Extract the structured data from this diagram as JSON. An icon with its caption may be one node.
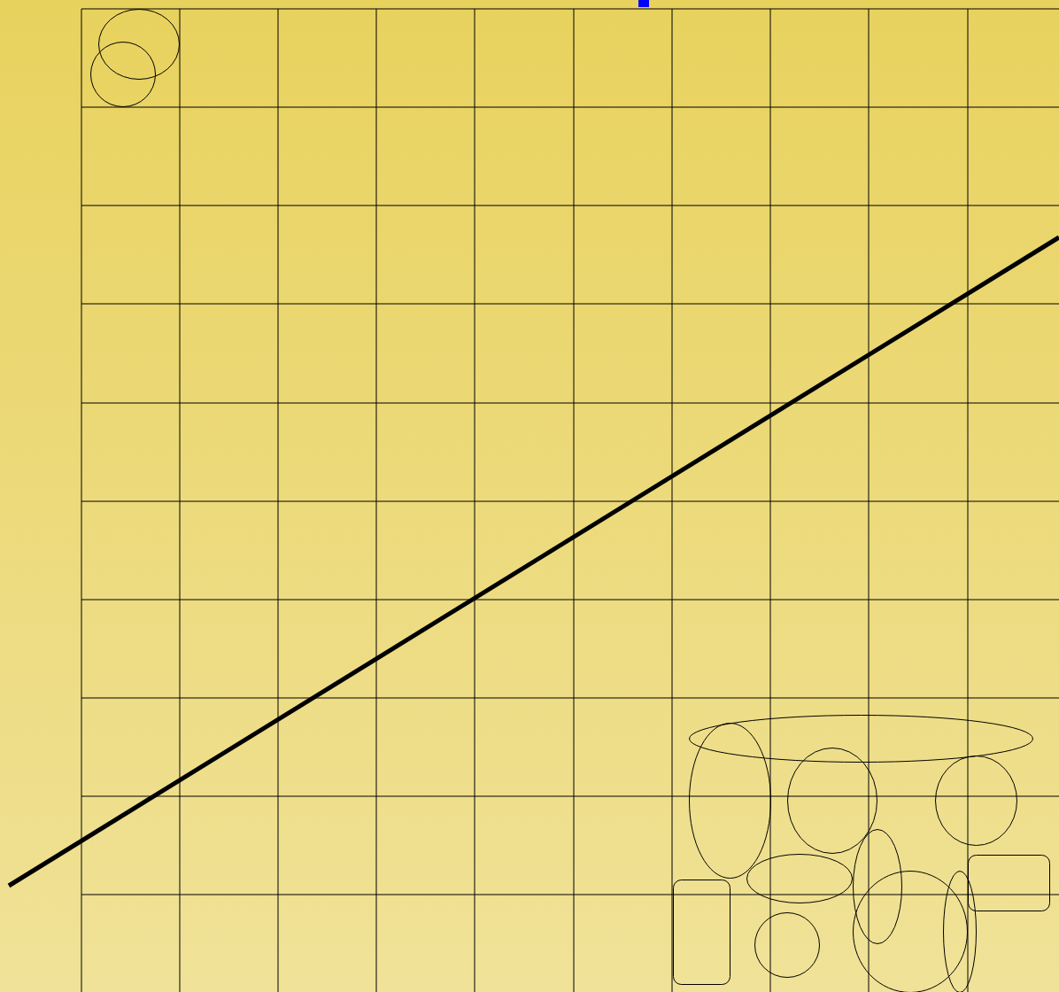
{
  "diagram": {
    "nodes": [
      {
        "text": [],
        "shape": "ellipse"
      },
      {
        "text": [],
        "shape": "circle"
      },
      {
        "text": [],
        "shape": "ellipse"
      },
      {
        "text": [],
        "shape": "ellipse"
      },
      {
        "text": [],
        "shape": "ellipse"
      },
      {
        "text": [],
        "shape": "circle"
      },
      {
        "text": [],
        "shape": "box"
      },
      {
        "text": [],
        "shape": "ellipse"
      },
      {
        "text": [],
        "shape": "ellipse"
      },
      {
        "text": [],
        "shape": "box"
      },
      {
        "text": [],
        "shape": "ellipse"
      },
      {
        "text": [],
        "shape": "ellipse"
      },
      {
        "text": [],
        "shape": "circle"
      }
    ]
  }
}
